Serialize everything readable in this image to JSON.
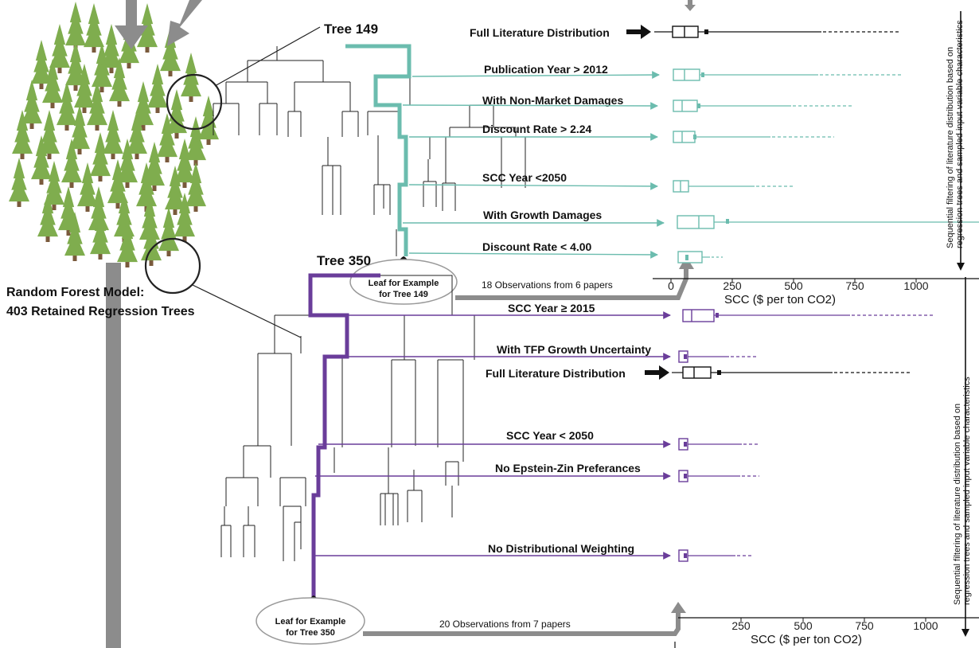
{
  "colors": {
    "teal": "#6bbcae",
    "purple": "#6a3d9a",
    "gray": "#8c8c8c",
    "tree_green": "#7fad4e",
    "trunk_brown": "#7a5a3c",
    "black": "#000000"
  },
  "forest": {
    "title_line1": "Random Forest Model:",
    "title_line2": "403 Retained Regression Trees"
  },
  "tree149": {
    "title": "Tree 149",
    "leaf_label_line1": "Leaf for Example",
    "leaf_label_line2": "for Tree 149",
    "observations": "18 Observations from 6 papers",
    "full_label": "Full Literature Distribution",
    "filters": [
      "Publication Year > 2012",
      "With Non-Market Damages",
      "Discount Rate > 2.24",
      "SCC Year <2050",
      "With Growth Damages",
      "Discount Rate < 4.00"
    ],
    "axis_ticks": [
      "0",
      "250",
      "500",
      "750",
      "1000"
    ],
    "axis_title": "SCC ($ per ton CO2)",
    "side_line1": "Sequential filtering of literature distribution based on",
    "side_line2": "regression trees and sampled input variable characteristics"
  },
  "tree350": {
    "title": "Tree 350",
    "leaf_label_line1": "Leaf for Example",
    "leaf_label_line2": "for Tree 350",
    "observations": "20 Observations from 7 papers",
    "full_label": "Full Literature Distribution",
    "filters": [
      "SCC Year ≥ 2015",
      "With TFP Growth Uncertainty",
      "SCC Year < 2050",
      "No Epstein-Zin Preferances",
      "No Distributional Weighting"
    ],
    "axis_ticks": [
      "250",
      "500",
      "750",
      "1000"
    ],
    "axis_title": "SCC ($ per ton CO2)",
    "side_line1": "Sequential filtering of literature distribution based on",
    "side_line2": "regression trees and sampled input variable characteristics"
  }
}
